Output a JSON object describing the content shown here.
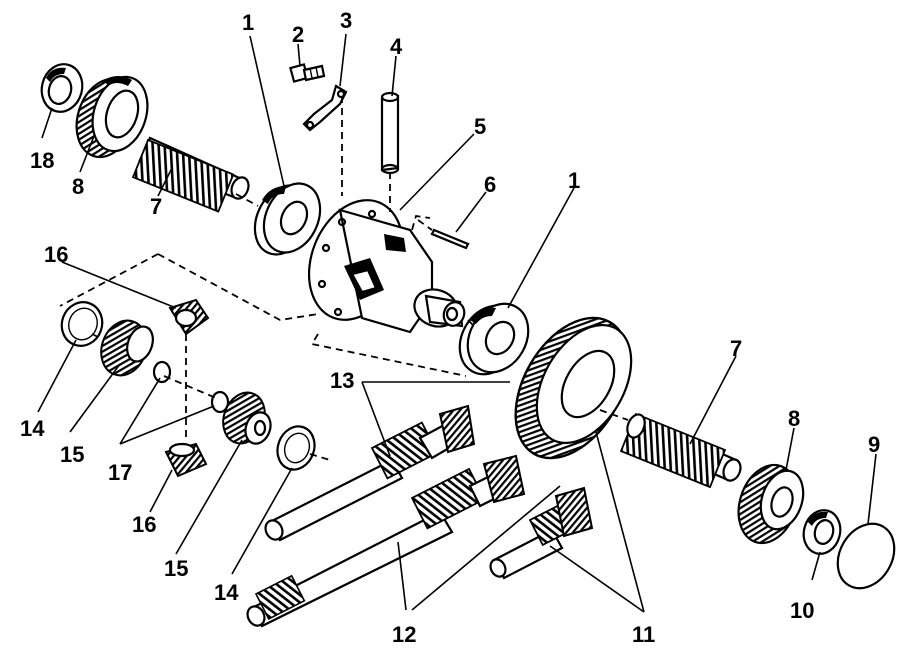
{
  "callouts": [
    {
      "id": "c1a",
      "text": "1"
    },
    {
      "id": "c2",
      "text": "2"
    },
    {
      "id": "c3",
      "text": "3"
    },
    {
      "id": "c4",
      "text": "4"
    },
    {
      "id": "c5",
      "text": "5"
    },
    {
      "id": "c6",
      "text": "6"
    },
    {
      "id": "c1b",
      "text": "1"
    },
    {
      "id": "c7a",
      "text": "7"
    },
    {
      "id": "c7b",
      "text": "7"
    },
    {
      "id": "c8a",
      "text": "8"
    },
    {
      "id": "c8b",
      "text": "8"
    },
    {
      "id": "c9",
      "text": "9"
    },
    {
      "id": "c10",
      "text": "10"
    },
    {
      "id": "c11",
      "text": "11"
    },
    {
      "id": "c12",
      "text": "12"
    },
    {
      "id": "c13",
      "text": "13"
    },
    {
      "id": "c14a",
      "text": "14"
    },
    {
      "id": "c14b",
      "text": "14"
    },
    {
      "id": "c15a",
      "text": "15"
    },
    {
      "id": "c15b",
      "text": "15"
    },
    {
      "id": "c16a",
      "text": "16"
    },
    {
      "id": "c16b",
      "text": "16"
    },
    {
      "id": "c17",
      "text": "17"
    },
    {
      "id": "c18",
      "text": "18"
    }
  ]
}
